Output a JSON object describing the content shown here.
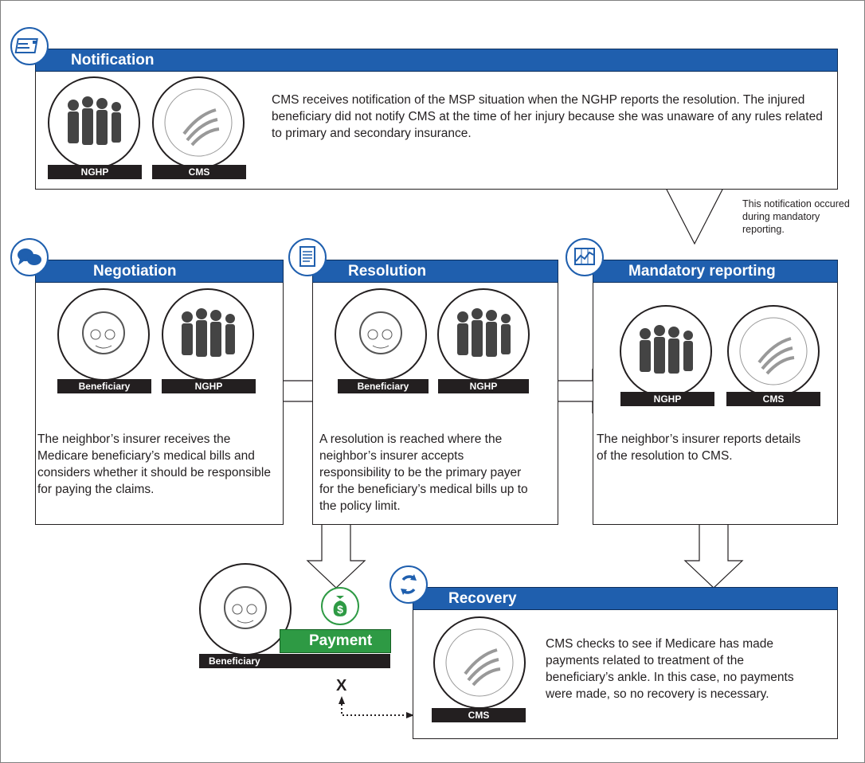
{
  "colors": {
    "section_bar": "#1f5fae",
    "payment_bar": "#2e9a44",
    "label_bg": "#231f20"
  },
  "notification": {
    "title": "Notification",
    "icon": "envelope-icon",
    "labels": [
      "NGHP",
      "CMS"
    ],
    "text": "CMS receives notification of the MSP situation when the NGHP reports the resolution. The injured beneficiary did not notify CMS at the time of her injury because she was unaware of any rules related to primary and secondary insurance."
  },
  "note": "This notification occured during mandatory reporting.",
  "negotiation": {
    "title": "Negotiation",
    "icon": "chat-bubbles-icon",
    "labels": [
      "Beneficiary",
      "NGHP"
    ],
    "text": "The neighbor’s insurer receives the Medicare beneficiary’s medical bills and considers whether it should be responsible for paying the claims."
  },
  "resolution": {
    "title": "Resolution",
    "icon": "document-icon",
    "labels": [
      "Beneficiary",
      "NGHP"
    ],
    "text": "A resolution is reached where the neighbor’s insurer accepts responsibility to be the primary payer for the beneficiary’s medical bills up to the policy limit."
  },
  "mandatory": {
    "title": "Mandatory reporting",
    "icon": "chart-icon",
    "labels": [
      "NGHP",
      "CMS"
    ],
    "text": "The neighbor’s insurer reports details of the resolution to CMS."
  },
  "payment": {
    "title": "Payment",
    "icon": "money-bag-icon",
    "label": "Beneficiary",
    "no_payment_mark": "X"
  },
  "recovery": {
    "title": "Recovery",
    "icon": "refresh-icon",
    "label": "CMS",
    "text": "CMS checks to see if Medicare has made payments related to treatment of the beneficiary’s ankle. In this case, no payments were made, so no recovery is necessary."
  }
}
